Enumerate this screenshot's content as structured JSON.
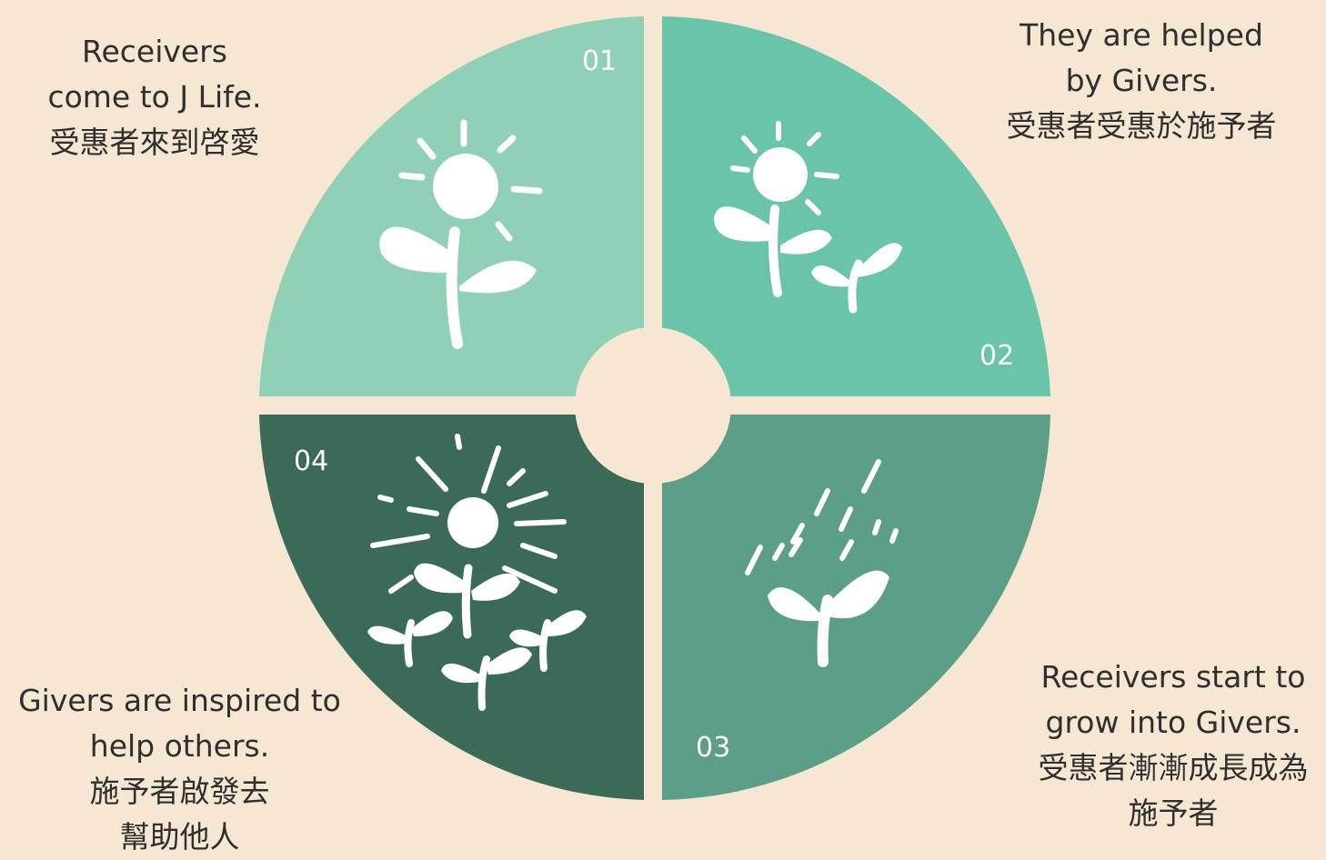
{
  "colors": {
    "background": "#f5e7d1",
    "quadrant_01": "#8fd0b7",
    "quadrant_02": "#6ac4a9",
    "quadrant_03": "#5d9e89",
    "quadrant_04": "#3c6a59",
    "icon": "#ffffff",
    "text": "#2f2f2f"
  },
  "quadrants": [
    {
      "number": "01",
      "icon": "sun-with-sprout-icon"
    },
    {
      "number": "02",
      "icon": "sun-with-two-sprouts-icon"
    },
    {
      "number": "03",
      "icon": "rain-on-sprout-icon"
    },
    {
      "number": "04",
      "icon": "sun-with-many-sprouts-icon"
    }
  ],
  "captions": [
    {
      "lines": [
        "Receivers",
        "come to J Life.",
        "受惠者來到啓愛"
      ]
    },
    {
      "lines": [
        "They are helped",
        "by Givers.",
        "受惠者受惠於施予者"
      ]
    },
    {
      "lines": [
        "Receivers start to",
        "grow into Givers.",
        "受惠者漸漸成長成為",
        "施予者"
      ]
    },
    {
      "lines": [
        "Givers are inspired to",
        "help others.",
        "施予者啟發去",
        "幫助他人"
      ]
    }
  ]
}
